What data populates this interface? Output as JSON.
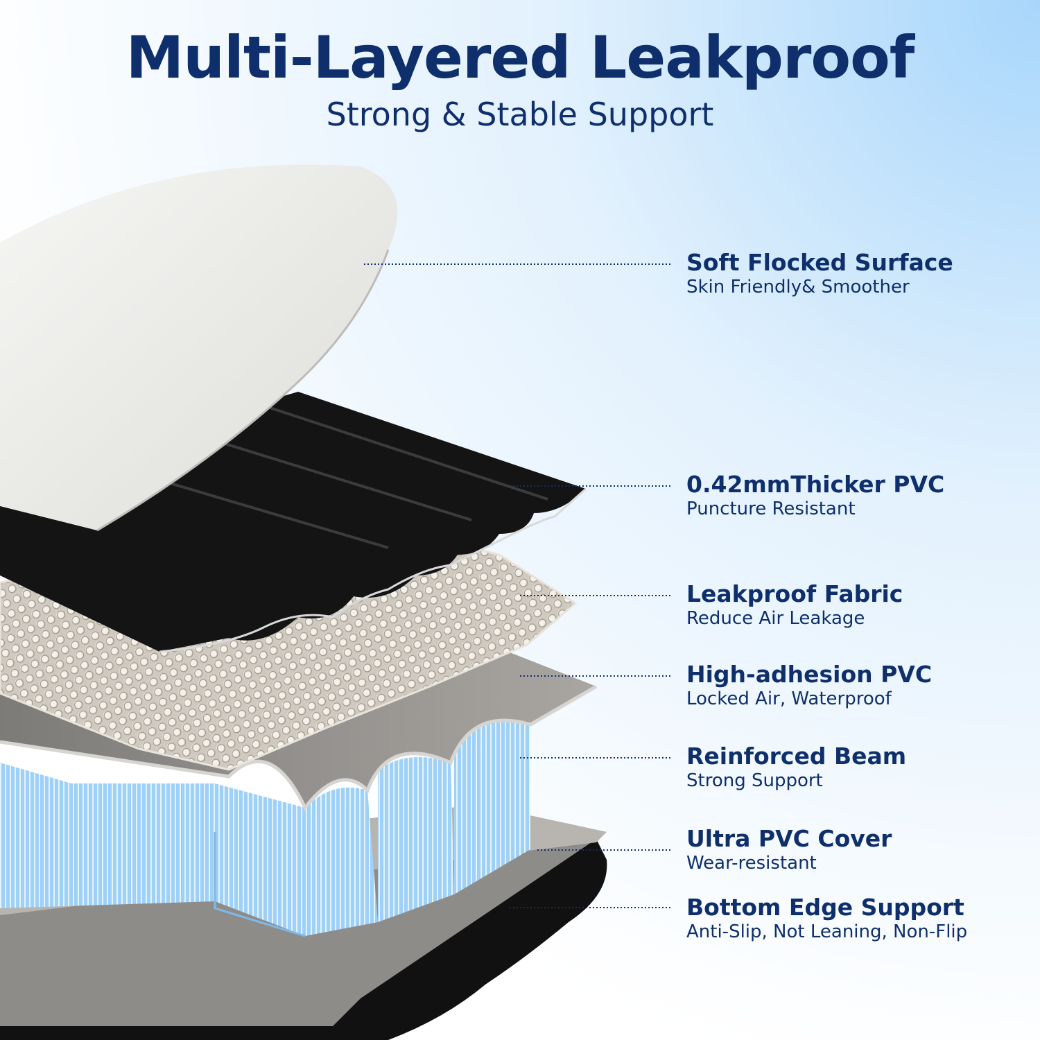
{
  "title": "Multi-Layered Leakproof",
  "subtitle": "Strong & Stable Support",
  "colors": {
    "text": "#0e2f6b",
    "accent_bg": "#bfe0fb",
    "leader": "#0e2f6b"
  },
  "layers": [
    {
      "heading": "Soft Flocked Surface",
      "detail": "Skin Friendly& Smoother"
    },
    {
      "heading": "0.42mmThicker PVC",
      "detail": "Puncture Resistant"
    },
    {
      "heading": "Leakproof Fabric",
      "detail": "Reduce Air Leakage"
    },
    {
      "heading": "High-adhesion PVC",
      "detail": "Locked Air, Waterproof"
    },
    {
      "heading": "Reinforced Beam",
      "detail": "Strong Support"
    },
    {
      "heading": "Ultra PVC Cover",
      "detail": "Wear-resistant"
    },
    {
      "heading": "Bottom Edge Support",
      "detail": "Anti-Slip, Not Leaning, Non-Flip"
    }
  ]
}
